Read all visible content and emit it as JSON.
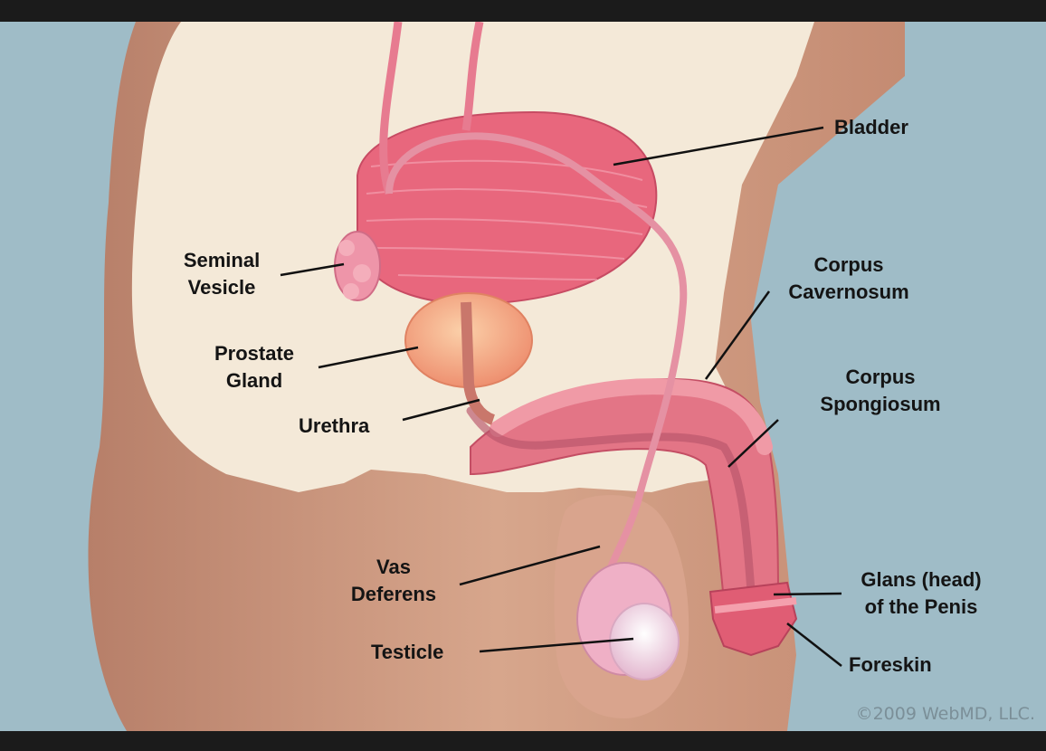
{
  "labels": {
    "bladder": "Bladder",
    "seminal_vesicle": "Seminal\nVesicle",
    "prostate_gland": "Prostate\nGland",
    "urethra": "Urethra",
    "corpus_cavernosum": "Corpus\nCavernosum",
    "corpus_spongiosum": "Corpus\nSpongiosum",
    "vas_deferens": "Vas\nDeferens",
    "testicle": "Testicle",
    "glans": "Glans (head)\nof the Penis",
    "foreskin": "Foreskin"
  },
  "copyright": "©2009 WebMD, LLC.",
  "colors": {
    "background": "#9fbcc7",
    "border": "#1b1b1b",
    "skin_outer": "#c8937a",
    "skin_inner": "#f4e9d8",
    "organ_pink": "#e4687c",
    "prostate": "#f4a57e",
    "testicle": "#f3d3e6"
  }
}
